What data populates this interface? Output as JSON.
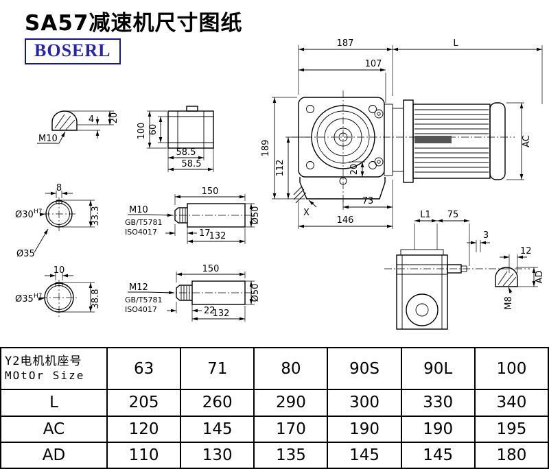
{
  "page": {
    "title": "SA57减速机尺寸图纸",
    "logo": "BOSERL"
  },
  "main_view": {
    "d187": "187",
    "dL": "L",
    "d107": "107",
    "d189": "189",
    "d112": "112",
    "d20": "20",
    "d73": "73",
    "d146": "146",
    "dX": "X",
    "dAC": "AC"
  },
  "key_end_view": {
    "thread": "M10",
    "d4": "4",
    "d20": "20"
  },
  "flange_view": {
    "d100": "100",
    "d60": "60",
    "d585a": "58.5",
    "d585b": "58.5"
  },
  "bore_view_1": {
    "key_w": "8",
    "bore": "Ø30",
    "tol": "H7",
    "depth": "33.3",
    "od": "Ø35"
  },
  "shaft_1": {
    "len": "150",
    "thread": "M10",
    "std1": "GB/T5781",
    "std2": "ISO4017",
    "stub": "17",
    "body": "132",
    "dia": "Ø50"
  },
  "bore_view_2": {
    "key_w": "10",
    "bore": "Ø35",
    "tol": "H7",
    "depth": "38.8"
  },
  "shaft_2": {
    "len": "150",
    "thread": "M12",
    "std1": "GB/T5781",
    "std2": "ISO4017",
    "stub": "22",
    "body": "132",
    "dia": "Ø50"
  },
  "side_view": {
    "dL1": "L1",
    "d75": "75",
    "d3": "3",
    "d12": "12",
    "thread": "M8",
    "dAD": "AD"
  },
  "table": {
    "header": {
      "label_line1": "Y2电机机座号",
      "label_line2": "MOtOr Size",
      "sizes": [
        "63",
        "71",
        "80",
        "90S",
        "90L",
        "100"
      ]
    },
    "rows": [
      {
        "label": "L",
        "values": [
          "205",
          "260",
          "290",
          "300",
          "330",
          "340"
        ]
      },
      {
        "label": "AC",
        "values": [
          "120",
          "145",
          "170",
          "190",
          "190",
          "195"
        ]
      },
      {
        "label": "AD",
        "values": [
          "110",
          "130",
          "135",
          "145",
          "145",
          "180"
        ]
      }
    ]
  }
}
